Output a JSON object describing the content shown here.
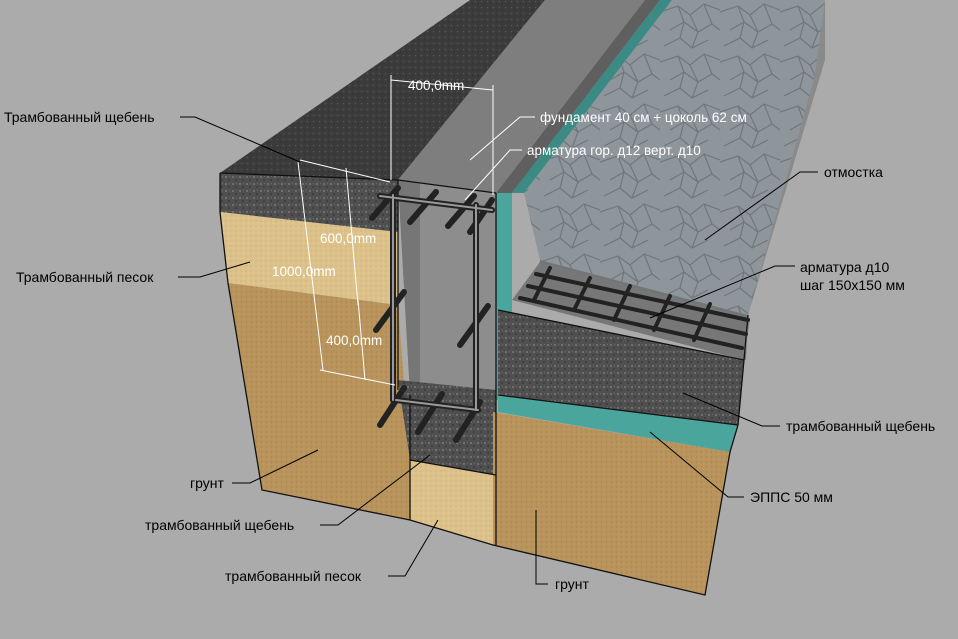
{
  "labels": {
    "top_crushed_stone": "Трамбованный щебень",
    "top_sand": "Трамбованный песок",
    "soil_left": "грунт",
    "bottom_crushed_stone": "трамбованный щебень",
    "bottom_sand": "трамбованный песок",
    "soil_right": "грунт",
    "foundation": "фундамент 40 см + цоколь 62 см",
    "rebar_main": "арматура гор. д12 верт. д10",
    "blind_area": "отмостка",
    "rebar_mesh_line1": "арматура д10",
    "rebar_mesh_line2": "шаг 150x150 мм",
    "right_crushed_stone": "трамбованный щебень",
    "epps": "ЭППС 50 мм"
  },
  "dimensions": {
    "width_top": "400,0mm",
    "depth_600": "600,0mm",
    "depth_1000": "1000,0mm",
    "depth_400": "400,0mm"
  },
  "colors": {
    "background": "#ababab",
    "asphalt": "#3a3a3a",
    "concrete": "#8d8d8d",
    "sand": "#d9bf86",
    "soil": "#b8945c",
    "crushed_stone": "#5a5a5a",
    "insulation": "#4aa59d",
    "blind_area_stone": "#8f979c"
  }
}
